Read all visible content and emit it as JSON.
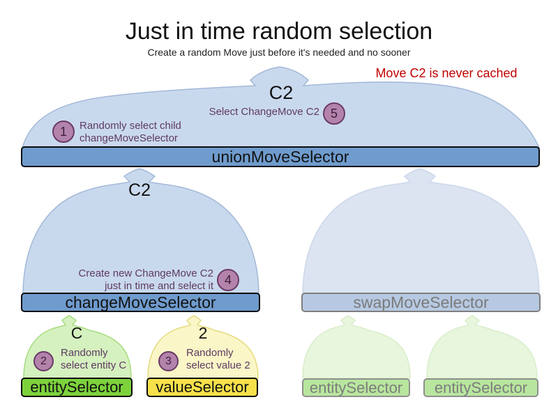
{
  "title": "Just in time random selection",
  "subtitle": "Create a random Move just before it's needed and no sooner",
  "note": "Move C2 is never cached",
  "selectors": {
    "union": {
      "label": "unionMoveSelector",
      "arrow_label": "C2"
    },
    "change": {
      "label": "changeMoveSelector",
      "arrow_label": "C2"
    },
    "swap": {
      "label": "swapMoveSelector"
    },
    "entity": {
      "label": "entitySelector",
      "arrow_label": "C"
    },
    "value": {
      "label": "valueSelector",
      "arrow_label": "2"
    },
    "faded_entity_left": {
      "label": "entitySelector"
    },
    "faded_entity_right": {
      "label": "entitySelector"
    }
  },
  "steps": {
    "s1": {
      "num": "1",
      "line1": "Randomly select child",
      "line2": "changeMoveSelector"
    },
    "s2": {
      "num": "2",
      "line1": "Randomly",
      "line2": "select entity C"
    },
    "s3": {
      "num": "3",
      "line1": "Randomly",
      "line2": "select value 2"
    },
    "s4": {
      "num": "4",
      "line1": "Create new ChangeMove C2",
      "line2": "just in time and select it"
    },
    "s5": {
      "num": "5",
      "line1": "Select ChangeMove C2"
    }
  },
  "colors": {
    "funnel_blue": "#c9d9ed",
    "funnel_blue_faded": "#dce4f1",
    "funnel_green": "#d5f1bf",
    "funnel_green_faded": "#e7f6dc",
    "funnel_yellow": "#faf6c7",
    "bar_blue": "#6f9bcd",
    "bar_blue_faded": "#b7c9e2",
    "bar_green": "#7dd23c",
    "bar_green_faded": "#b8e69e",
    "bar_yellow": "#f6e14b",
    "badge_purple": "#b383ac",
    "annotation_purple": "#5e3a62",
    "note_red": "#c00000"
  }
}
